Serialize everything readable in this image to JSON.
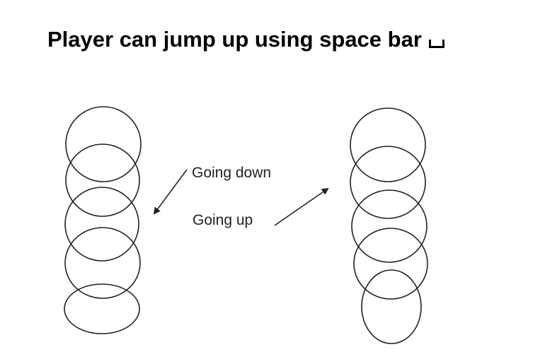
{
  "title": "Player can jump up using space bar",
  "title_icon": "space-bar-icon",
  "labels": {
    "going_down": "Going down",
    "going_up": "Going up"
  },
  "colors": {
    "stroke": "#222222",
    "text": "#000000",
    "background": "#ffffff"
  }
}
